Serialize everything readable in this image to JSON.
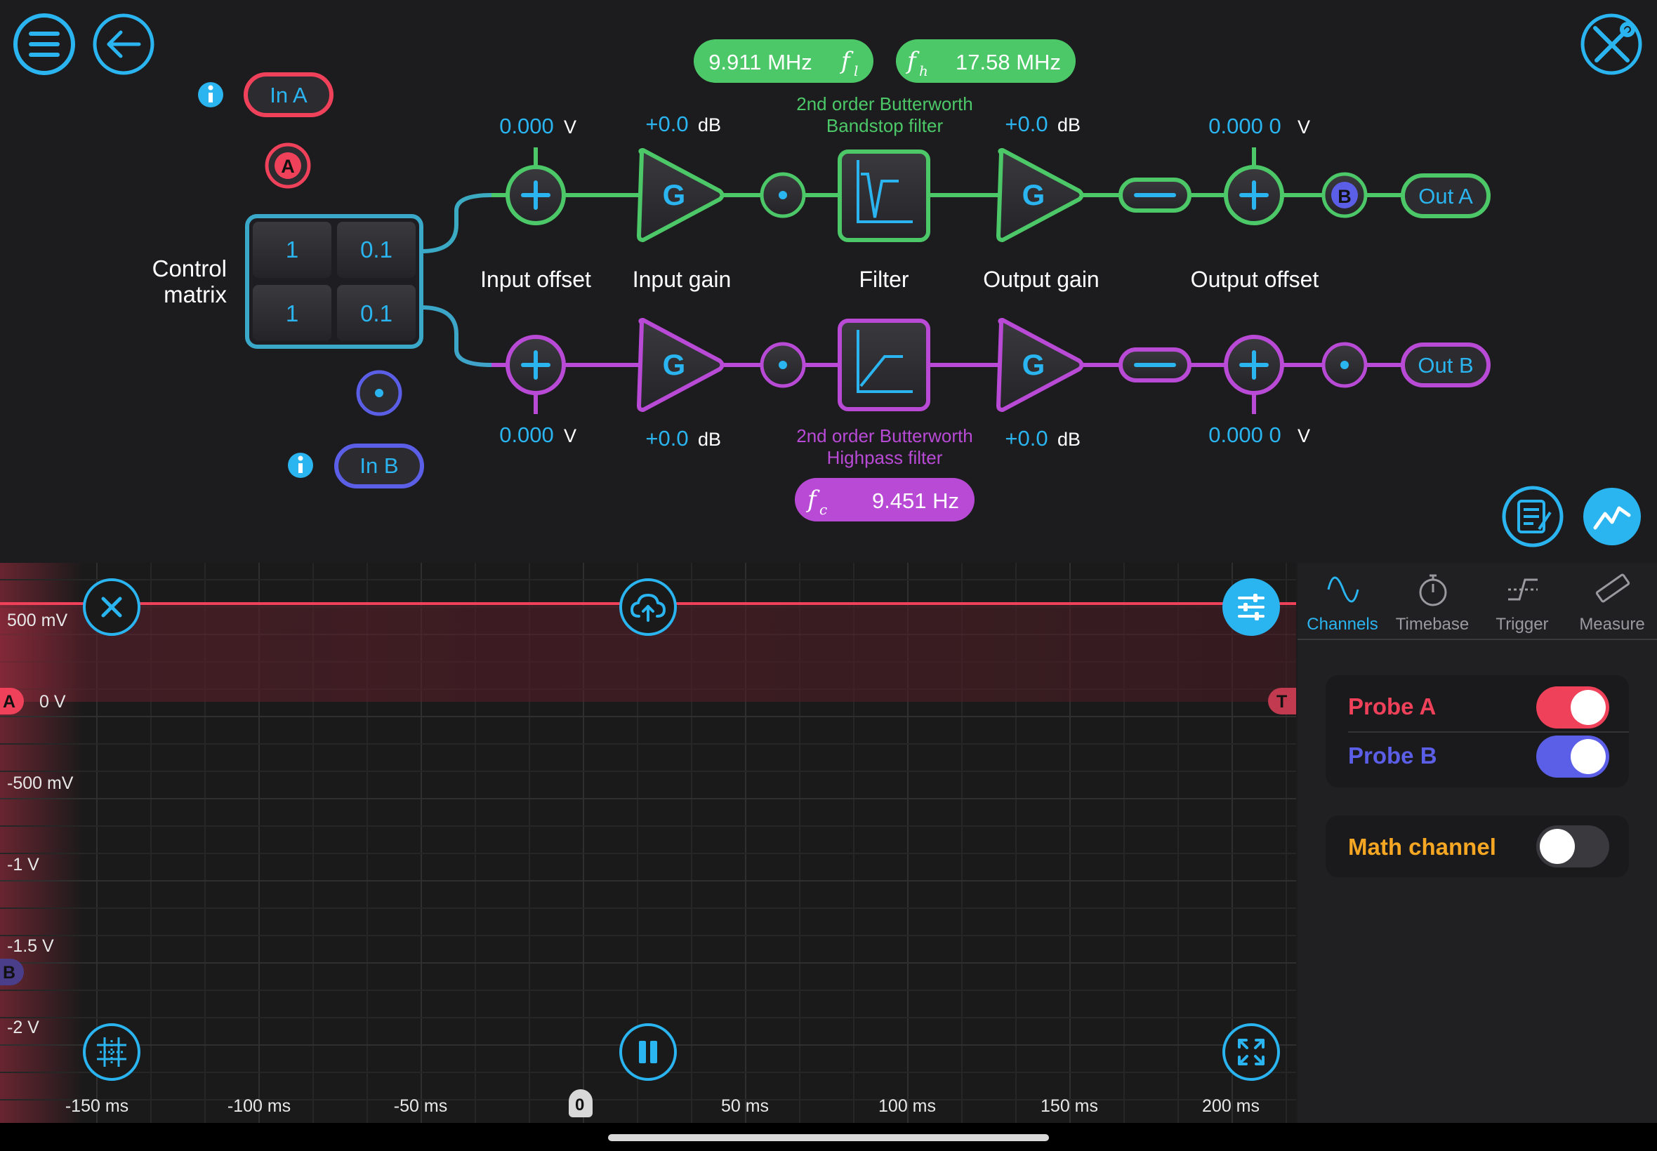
{
  "colors": {
    "accent": "#2ab4f0",
    "channel_a": "#f0415a",
    "channel_b": "#5b5ee6",
    "green": "#4cc868",
    "purple": "#b84ad6",
    "math": "#f5a623"
  },
  "nav": {
    "menu_icon": "hamburger-icon",
    "back_icon": "back-arrow-icon",
    "settings_icon": "wrench-screwdriver-icon"
  },
  "inputs": {
    "in_a": "In A",
    "in_b": "In B",
    "probe_a_badge": "A"
  },
  "control_matrix": {
    "label_line1": "Control",
    "label_line2": "matrix",
    "cells": [
      "1",
      "0.1",
      "1",
      "0.1"
    ]
  },
  "path_a": {
    "freq_low": "9.911 MHz",
    "freq_low_sym": "f",
    "freq_low_sub": "l",
    "freq_high": "17.58 MHz",
    "freq_high_sym": "f",
    "freq_high_sub": "h",
    "filter_desc_1": "2nd order Butterworth",
    "filter_desc_2": "Bandstop filter",
    "input_offset_value": "0.000",
    "input_offset_unit": "V",
    "input_gain_value": "+0.0",
    "input_gain_unit": "dB",
    "output_gain_value": "+0.0",
    "output_gain_unit": "dB",
    "output_offset_value": "0.000 0",
    "output_offset_unit": "V",
    "out_badge": "B",
    "out_label": "Out A"
  },
  "path_b": {
    "filter_desc_1": "2nd order Butterworth",
    "filter_desc_2": "Highpass filter",
    "fc_value": "9.451 Hz",
    "fc_sym": "f",
    "fc_sub": "c",
    "input_offset_value": "0.000",
    "input_offset_unit": "V",
    "input_gain_value": "+0.0",
    "input_gain_unit": "dB",
    "output_gain_value": "+0.0",
    "output_gain_unit": "dB",
    "output_offset_value": "0.000 0",
    "output_offset_unit": "V",
    "out_label": "Out B"
  },
  "stage_labels": {
    "input_offset": "Input offset",
    "input_gain": "Input gain",
    "filter": "Filter",
    "output_gain": "Output gain",
    "output_offset": "Output offset"
  },
  "gain_symbol": "G",
  "scope": {
    "y_labels": [
      "500 mV",
      "0 V",
      "-500 mV",
      "-1 V",
      "-1.5 V",
      "-2 V"
    ],
    "x_labels": [
      "-150 ms",
      "-100 ms",
      "-50 ms",
      "50 ms",
      "100 ms",
      "150 ms",
      "200 ms"
    ],
    "zero_marker": "0",
    "marker_a": "A",
    "marker_b": "B",
    "marker_t": "T"
  },
  "panel": {
    "tabs": [
      {
        "label": "Channels",
        "icon": "sine-wave-icon"
      },
      {
        "label": "Timebase",
        "icon": "stopwatch-icon"
      },
      {
        "label": "Trigger",
        "icon": "trigger-edge-icon"
      },
      {
        "label": "Measure",
        "icon": "ruler-icon"
      }
    ],
    "probe_a": "Probe A",
    "probe_b": "Probe B",
    "math_channel": "Math channel",
    "probe_a_on": true,
    "probe_b_on": true,
    "math_on": false
  }
}
